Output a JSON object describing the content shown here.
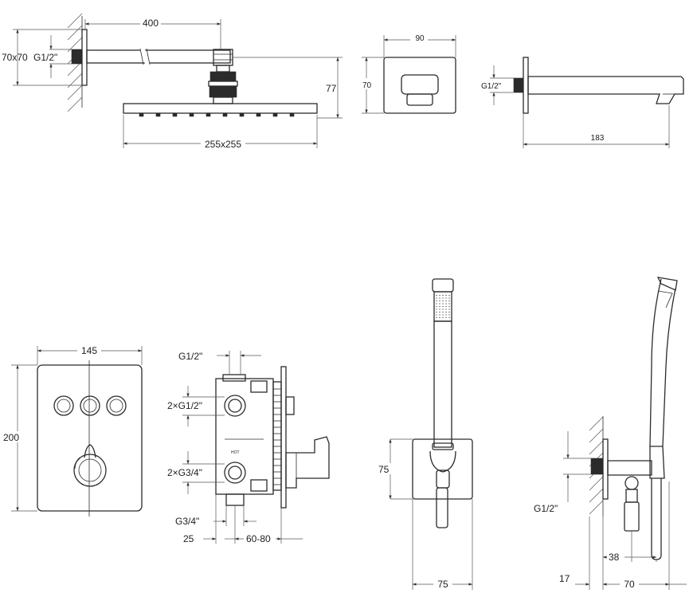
{
  "views": {
    "shower_arm": {
      "length": "400",
      "plate": "70x70",
      "thread": "G1/2\"",
      "head": "255x255",
      "height": "77"
    },
    "spout_front": {
      "width": "90",
      "height": "70"
    },
    "spout_side": {
      "thread": "G1/2\"",
      "length": "183"
    },
    "control_panel": {
      "width": "145",
      "height": "200"
    },
    "rough_in_box": {
      "outlet_top": "G1/2\"",
      "outlets_upper": "2×G1/2\"",
      "outlets_lower": "2×G3/4\"",
      "inlet_bottom": "G3/4\"",
      "offset": "25",
      "depth": "60-80",
      "hot_label": "HOT"
    },
    "hand_shower_front": {
      "bracket_height": "75",
      "bracket_width": "75"
    },
    "hand_shower_side": {
      "thread": "G1/2\"",
      "offset": "38",
      "wall": "17",
      "depth": "70"
    }
  }
}
